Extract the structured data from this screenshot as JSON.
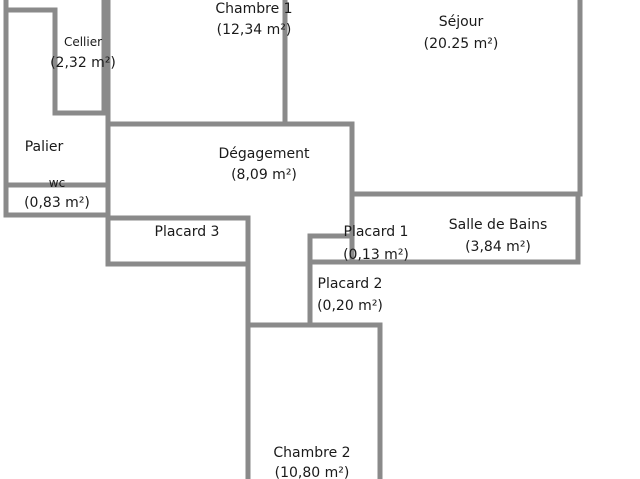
{
  "rooms": {
    "chambre1": {
      "name": "Chambre 1",
      "area": "(12,34 m²)"
    },
    "sejour": {
      "name": "Séjour",
      "area": "(20.25 m²)"
    },
    "cellier": {
      "name": "Cellier",
      "area": "(2,32 m²)"
    },
    "palier": {
      "name": "Palier"
    },
    "degagement": {
      "name": "Dégagement",
      "area": "(8,09 m²)"
    },
    "wc": {
      "name": "wc",
      "area": "(0,83 m²)"
    },
    "placard3": {
      "name": "Placard 3"
    },
    "placard1": {
      "name": "Placard 1",
      "area": "(0,13 m²)"
    },
    "salle_de_bains": {
      "name": "Salle de Bains",
      "area": "(3,84 m²)"
    },
    "placard2": {
      "name": "Placard 2",
      "area": "(0,20 m²)"
    },
    "chambre2": {
      "name": "Chambre 2",
      "area": "(10,80 m²)"
    }
  },
  "colors": {
    "wall": "#8a8a8a",
    "text": "#1a1a1a",
    "background": "#ffffff"
  }
}
